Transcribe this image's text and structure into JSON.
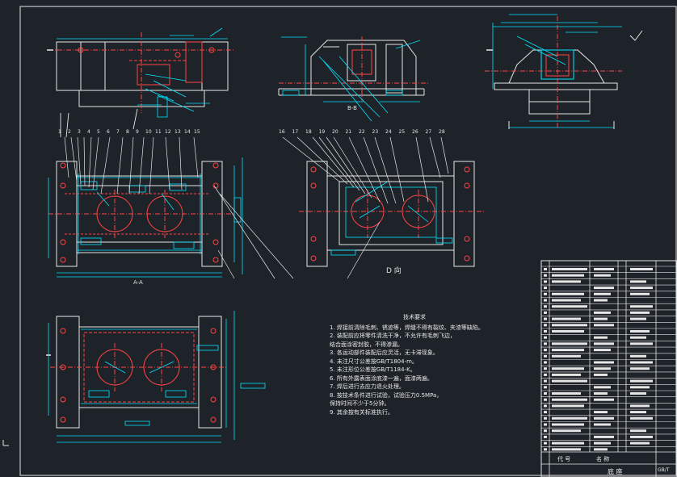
{
  "drawing": {
    "view_labels": {
      "section_a": "A-A",
      "view_d": "D 向",
      "section_b": "B-B"
    },
    "balloon_numbers_left": [
      "1",
      "2",
      "3",
      "4",
      "5",
      "6",
      "7",
      "8",
      "9",
      "10",
      "11",
      "12",
      "13",
      "14",
      "15"
    ],
    "balloon_numbers_right": [
      "16",
      "17",
      "18",
      "19",
      "20",
      "21",
      "22",
      "23",
      "24",
      "25",
      "26",
      "27",
      "28"
    ],
    "tech_notes": {
      "title": "技术要求",
      "lines": [
        "1. 焊接前清除毛刺、锈迹等，焊缝不得有裂纹、夹渣等缺陷。",
        "2. 装配前应将零件清洗干净，不允许有毛刺飞边，",
        "   结合面涂密封胶，不得渗漏。",
        "3. 各运动部件装配后应灵活，无卡滞现象。",
        "4. 未注尺寸公差按GB/T1804-m。",
        "5. 未注形位公差按GB/T1184-K。",
        "6. 所有外露表面涂底漆一遍，面漆两遍。",
        "7. 焊后进行去应力退火处理。",
        "8. 按技术条件进行试验，试验压力0.5MPa，",
        "   保持时间不少于5分钟。",
        "9. 其余按有关标准执行。"
      ]
    },
    "title_block": {
      "header_code": "代 号",
      "header_name": "名 称",
      "footer_left": "底 座",
      "footer_right": "GB/T"
    }
  }
}
